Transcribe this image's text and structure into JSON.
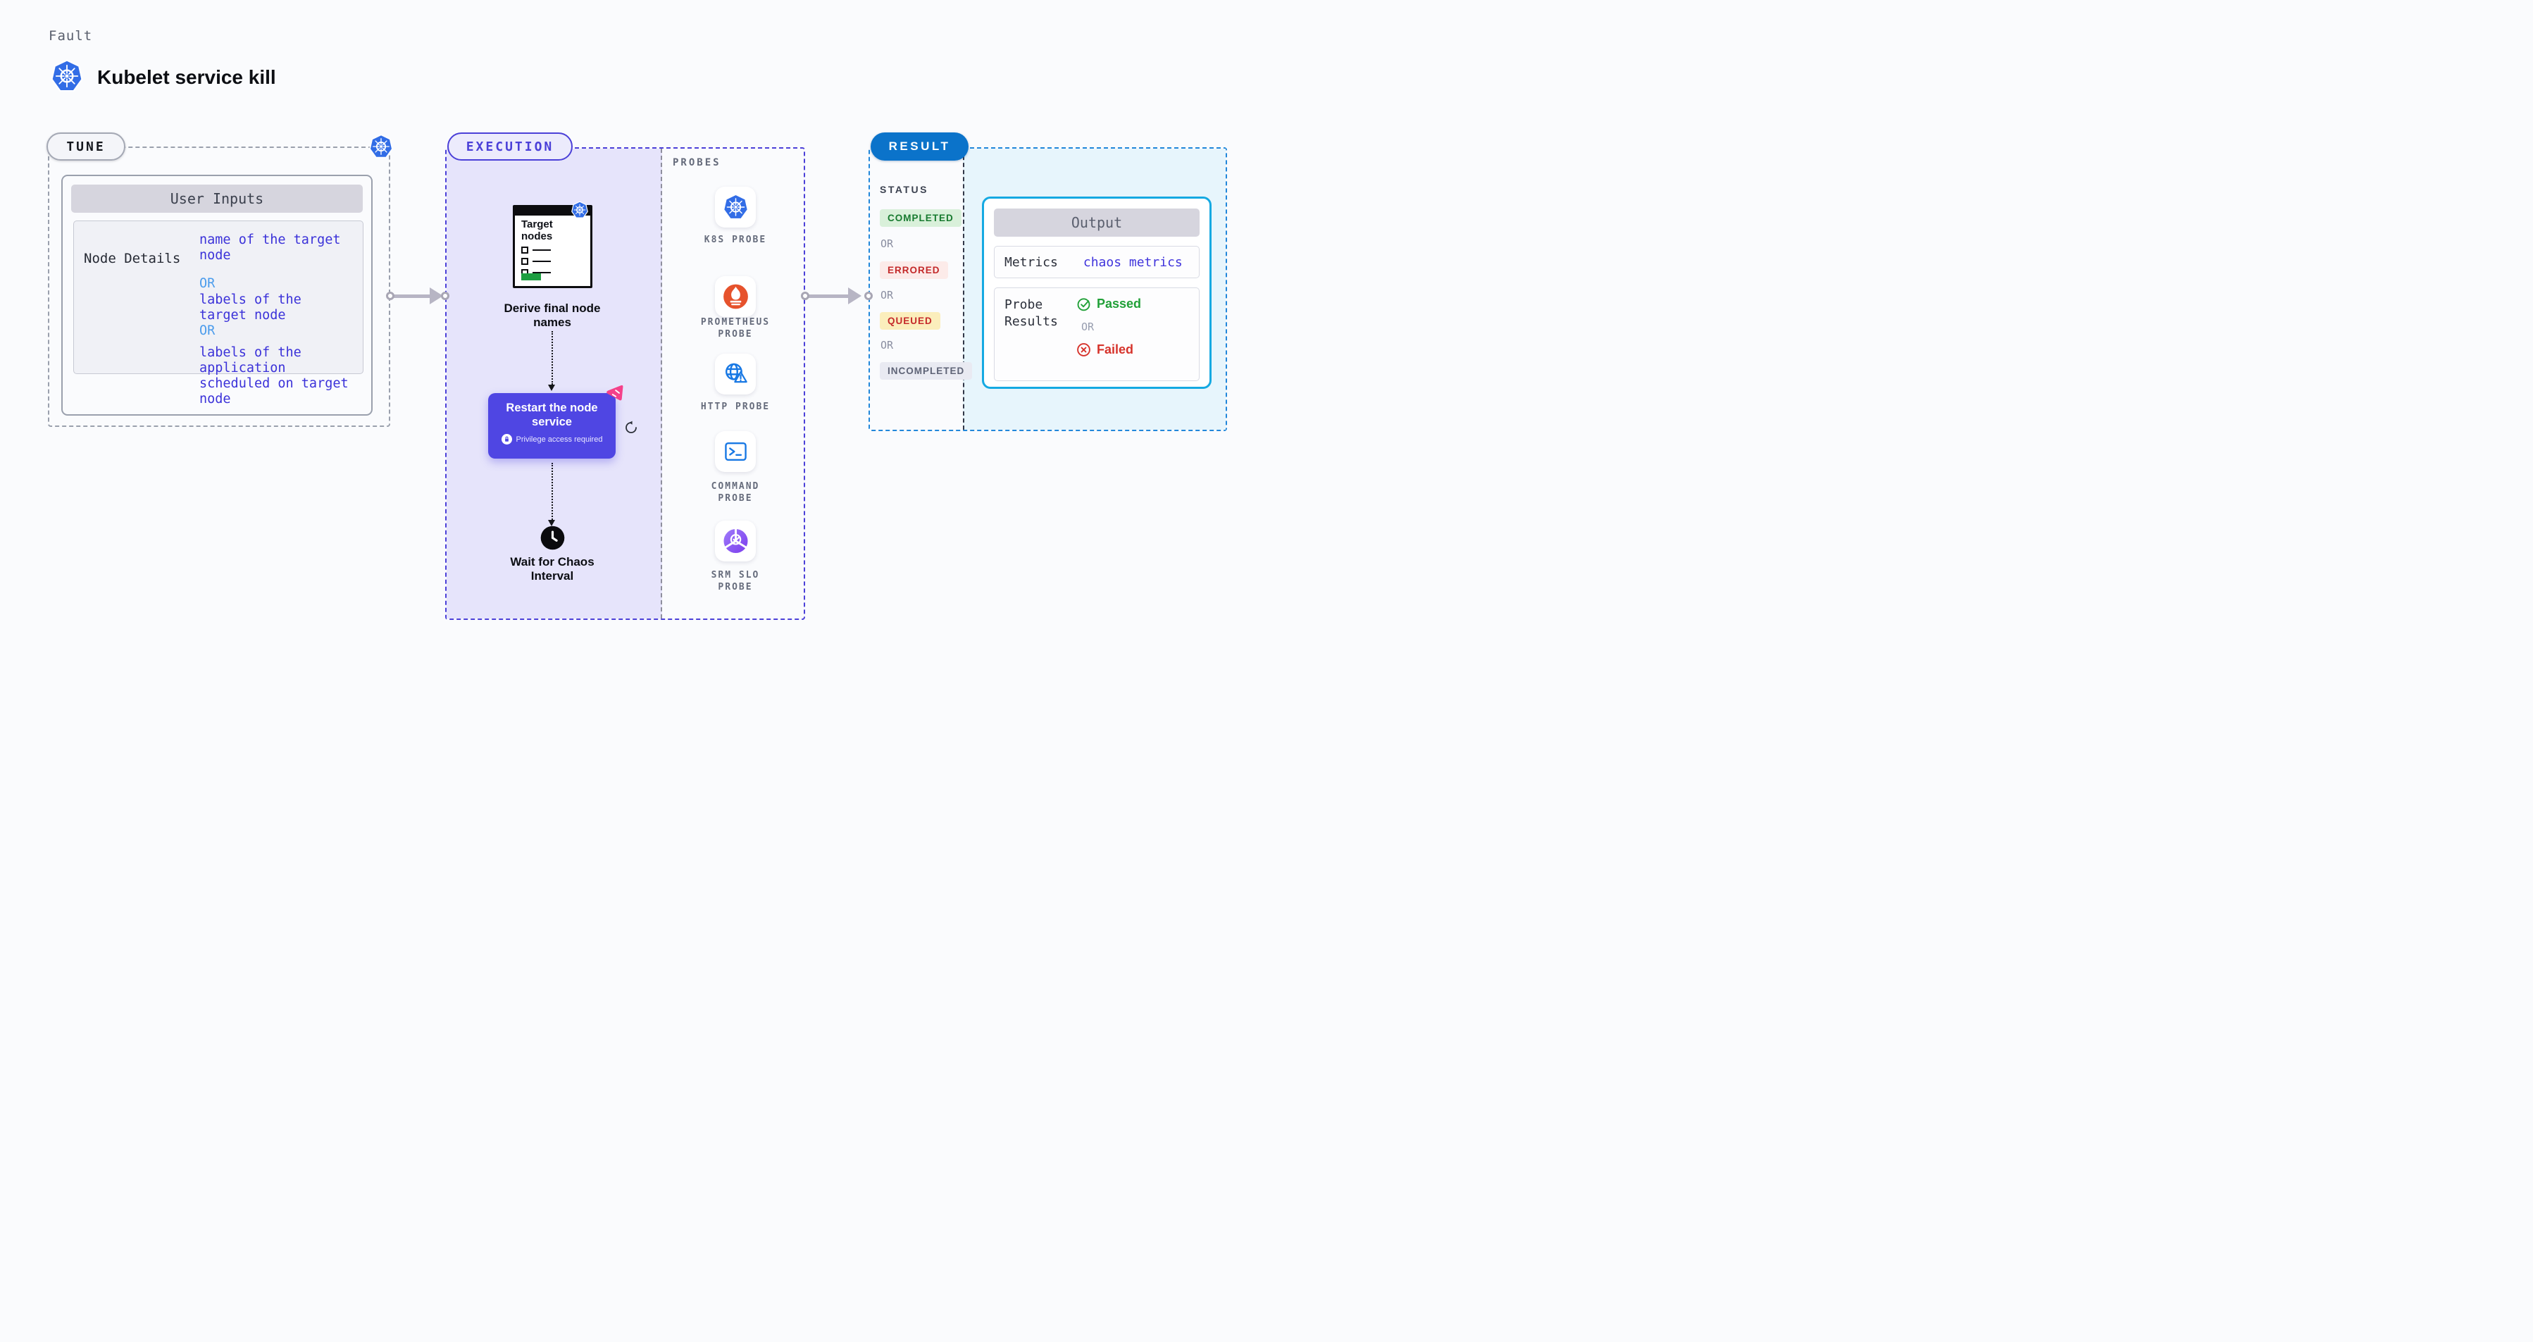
{
  "colors": {
    "page_bg": "#fafbfd",
    "indigo_accent": "#4b40d8",
    "lavender_fill": "#e6e4fb",
    "gray_dash_border": "#9aa0ad",
    "result_pill_blue": "#0b73ca",
    "result_dash_blue": "#2187da",
    "cyan_fill": "#e7f5fc",
    "output_border_cyan": "#15a9e2",
    "header_bar_gray": "#d6d5de",
    "input_indigo_text": "#3b32d9",
    "or_light_blue": "#4b9cec",
    "completed_green": "#177a2f",
    "errored_red": "#c32a2a",
    "queued_bg_yellow": "#fbeebc",
    "incompleted_gray": "#5e6376",
    "passed_green": "#21a038",
    "failed_red": "#d6332b",
    "restart_indigo": "#4f46e3",
    "k8s_blue": "#326de6",
    "prometheus_orange": "#e6522c",
    "probe_icon_blue": "#1878e4",
    "srm_purple": "#7b3ced",
    "litmus_pink": "#f5418a",
    "arrow_gray": "#b7b5c4"
  },
  "header": {
    "fault_label": "Fault",
    "title": "Kubelet service kill"
  },
  "tune": {
    "badge": "TUNE",
    "user_inputs_title": "User Inputs",
    "node_details_label": "Node Details",
    "or": "OR",
    "value_name": "name of the target\nnode",
    "value_labels": "labels of the\ntarget node",
    "value_app_labels": "labels of the application\n scheduled on target node"
  },
  "execution": {
    "badge": "EXECUTION",
    "target_card_title": "Target\nnodes",
    "derive_label": "Derive final node\nnames",
    "restart_title": "Restart the node\nservice",
    "privilege_label": "Privilege access required",
    "wait_label": "Wait for Chaos\nInterval"
  },
  "probes": {
    "heading": "PROBES",
    "items": [
      {
        "icon": "k8s-icon",
        "label": "K8S PROBE"
      },
      {
        "icon": "prometheus-icon",
        "label": "PROMETHEUS\nPROBE"
      },
      {
        "icon": "http-icon",
        "label": "HTTP PROBE"
      },
      {
        "icon": "command-icon",
        "label": "COMMAND\nPROBE"
      },
      {
        "icon": "srm-slo-icon",
        "label": "SRM SLO\nPROBE"
      }
    ]
  },
  "result": {
    "badge": "RESULT",
    "status_heading": "STATUS",
    "or": "OR",
    "statuses": {
      "completed": "COMPLETED",
      "errored": "ERRORED",
      "queued": "QUEUED",
      "incompleted": "INCOMPLETED"
    },
    "output": {
      "title": "Output",
      "metrics_label": "Metrics",
      "metrics_value": "chaos metrics",
      "probe_results_label": "Probe\nResults",
      "passed": "Passed",
      "or": "OR",
      "failed": "Failed"
    }
  }
}
